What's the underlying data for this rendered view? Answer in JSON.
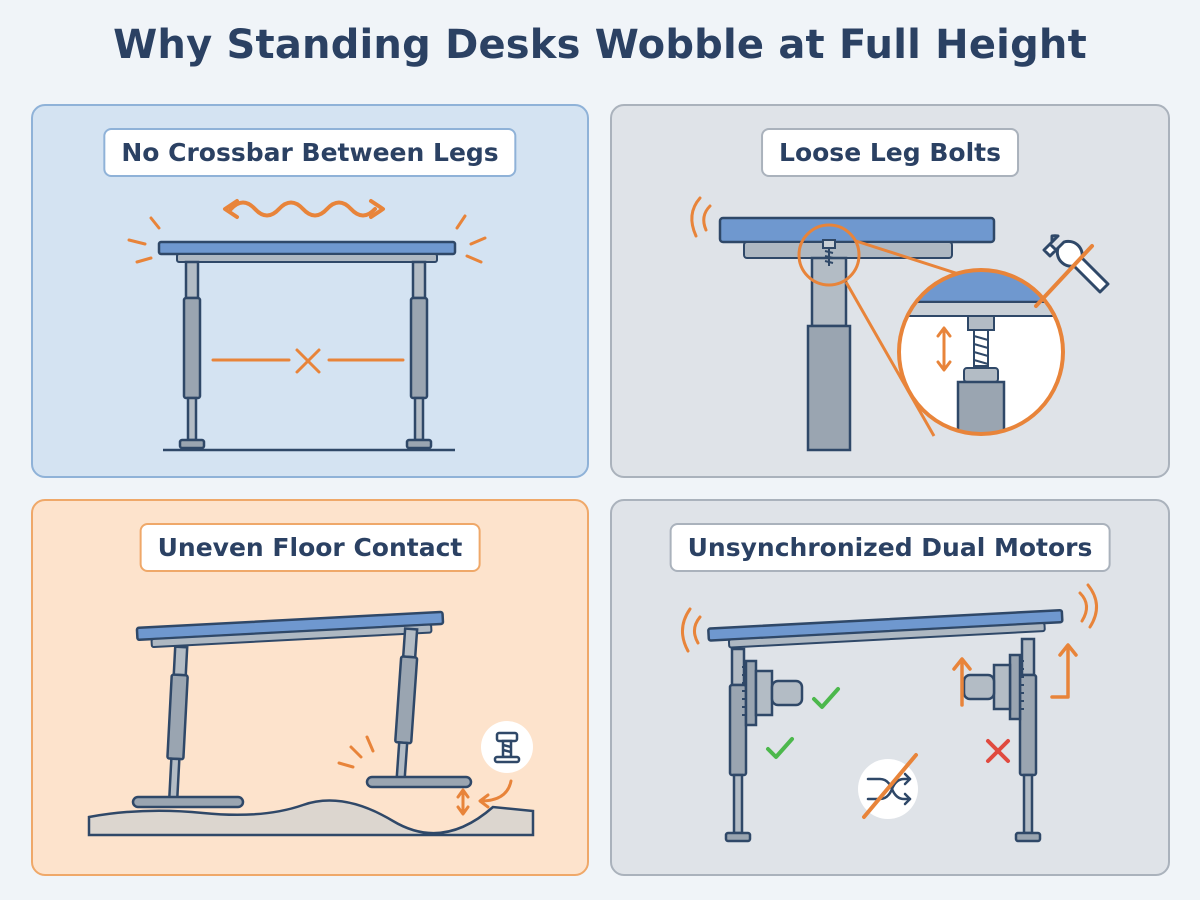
{
  "title": "Why Standing Desks Wobble at Full Height",
  "panels": [
    {
      "label": "No Crossbar Between Legs"
    },
    {
      "label": "Loose Leg Bolts"
    },
    {
      "label": "Uneven Floor Contact"
    },
    {
      "label": "Unsynchronized Dual Motors"
    }
  ],
  "colors": {
    "title": "#2b4163",
    "accent_orange": "#e8843a",
    "desk_blue": "#6f98cf",
    "metal_gray": "#9aa5b1",
    "check_green": "#4cb84c",
    "cross_red": "#e04a3f"
  }
}
